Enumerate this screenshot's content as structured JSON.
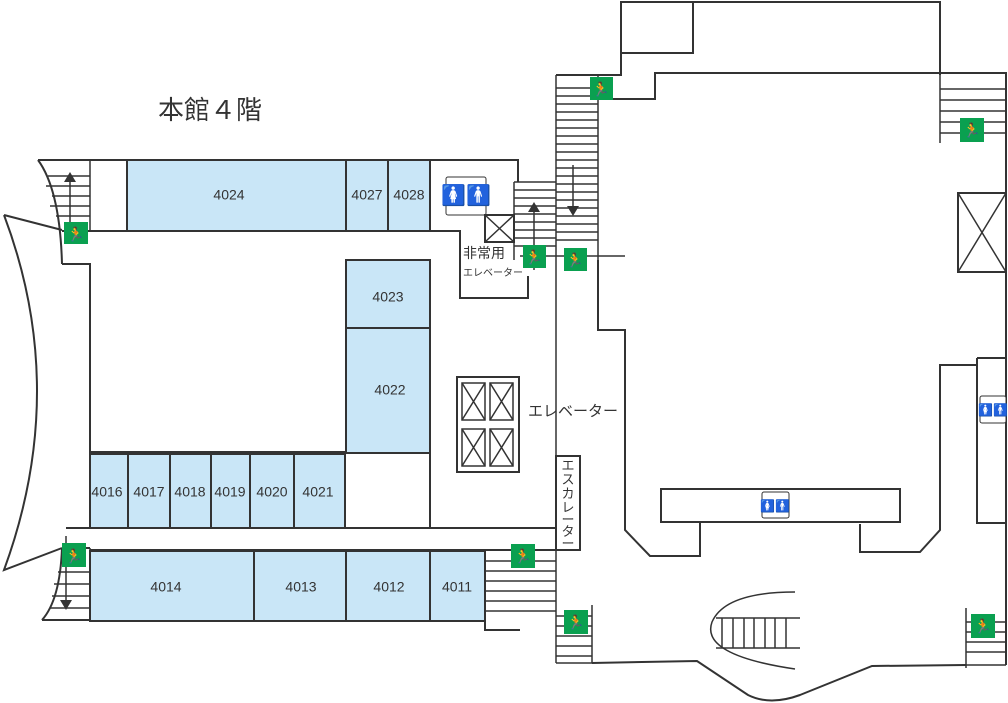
{
  "title": "本館４階",
  "rooms": [
    {
      "id": "4024",
      "label": "4024"
    },
    {
      "id": "4027",
      "label": "4027"
    },
    {
      "id": "4028",
      "label": "4028"
    },
    {
      "id": "4023",
      "label": "4023"
    },
    {
      "id": "4022",
      "label": "4022"
    },
    {
      "id": "4016",
      "label": "4016"
    },
    {
      "id": "4017",
      "label": "4017"
    },
    {
      "id": "4018",
      "label": "4018"
    },
    {
      "id": "4019",
      "label": "4019"
    },
    {
      "id": "4020",
      "label": "4020"
    },
    {
      "id": "4021",
      "label": "4021"
    },
    {
      "id": "4014",
      "label": "4014"
    },
    {
      "id": "4013",
      "label": "4013"
    },
    {
      "id": "4012",
      "label": "4012"
    },
    {
      "id": "4011",
      "label": "4011"
    }
  ],
  "labels": {
    "emergency_elevator_line1": "非常用",
    "emergency_elevator_line2": "エレベーター",
    "elevator": "エレベーター",
    "escalator": [
      "エ",
      "ス",
      "カ",
      "レ",
      "ー",
      "タ",
      "ー"
    ]
  },
  "icons": {
    "restroom": "restroom-icon",
    "emergency_exit": "emergency-exit-icon",
    "elevator": "elevator-icon"
  },
  "colors": {
    "room_fill": "#c9e6f7",
    "wall": "#333333",
    "exit_green": "#0aa050"
  }
}
